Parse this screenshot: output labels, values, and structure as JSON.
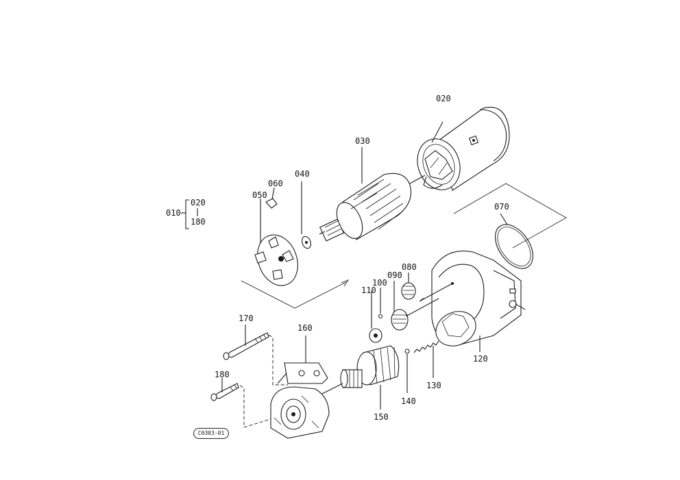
{
  "diagram": {
    "labels": {
      "p010": "010",
      "p020a": "020",
      "p180a": "180",
      "p020": "020",
      "p030": "030",
      "p040": "040",
      "p050": "050",
      "p060": "060",
      "p070": "070",
      "p080": "080",
      "p090": "090",
      "p100": "100",
      "p110": "110",
      "p120": "120",
      "p130": "130",
      "p140": "140",
      "p150": "150",
      "p160": "160",
      "p170": "170",
      "p180": "180"
    },
    "figure_code": "C0303-01"
  }
}
